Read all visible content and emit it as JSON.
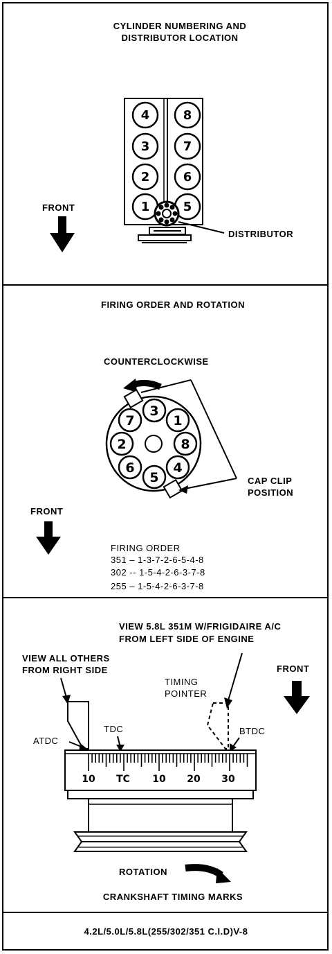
{
  "section1": {
    "title_line1": "CYLINDER NUMBERING AND",
    "title_line2": "DISTRIBUTOR LOCATION",
    "front_label": "FRONT",
    "distributor_label": "DISTRIBUTOR",
    "left_bank": [
      "4",
      "3",
      "2",
      "1"
    ],
    "right_bank": [
      "8",
      "7",
      "6",
      "5"
    ]
  },
  "section2": {
    "title": "FIRING ORDER AND ROTATION",
    "rotation_label": "COUNTERCLOCKWISE",
    "cap_clip_line1": "CAP CLIP",
    "cap_clip_line2": "POSITION",
    "front_label": "FRONT",
    "cap_terminals": [
      "3",
      "1",
      "8",
      "4",
      "5",
      "6",
      "2",
      "7"
    ],
    "firing_order_title": "FIRING ORDER",
    "firing_order_351": "351 – 1-3-7-2-6-5-4-8",
    "firing_order_302": "302 -- 1-5-4-2-6-3-7-8",
    "firing_order_255": "255 – 1-5-4-2-6-3-7-8"
  },
  "section3": {
    "view_58_line1": "VIEW 5.8L 351M W/FRIGIDAIRE A/C",
    "view_58_line2": "FROM LEFT SIDE OF ENGINE",
    "view_others_line1": "VIEW ALL OTHERS",
    "view_others_line2": "FROM RIGHT SIDE",
    "front_label": "FRONT",
    "timing_pointer_line1": "TIMING",
    "timing_pointer_line2": "POINTER",
    "atdc_label": "ATDC",
    "tdc_label": "TDC",
    "btdc_label": "BTDC",
    "scale_labels": [
      "10",
      "TC",
      "10",
      "20",
      "30"
    ],
    "rotation_label": "ROTATION",
    "caption": "CRANKSHAFT TIMING MARKS"
  },
  "footer": {
    "engine_label": "4.2L/5.0L/5.8L(255/302/351 C.I.D)V-8"
  }
}
